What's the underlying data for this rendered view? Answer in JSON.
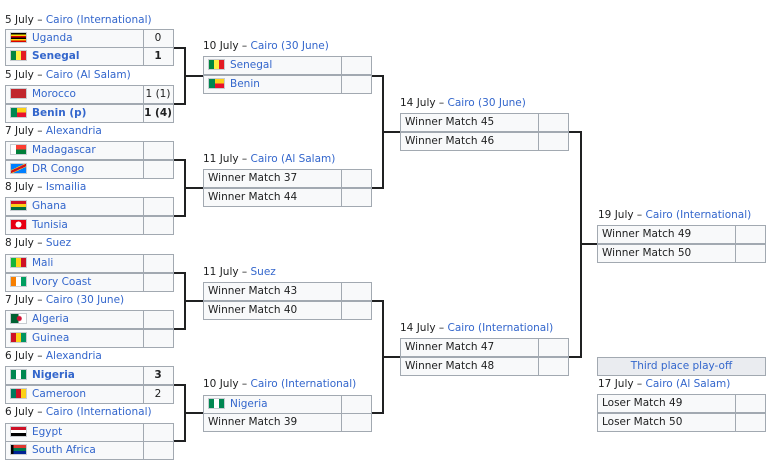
{
  "round1": {
    "m1": {
      "date": "5 July –",
      "venue": "Cairo (International)",
      "t1": {
        "name": "Uganda",
        "score": "0",
        "flag": "uganda-flag"
      },
      "t2": {
        "name": "Senegal",
        "score": "1",
        "flag": "senegal-flag"
      }
    },
    "m2": {
      "date": "5 July –",
      "venue": "Cairo (Al Salam)",
      "t1": {
        "name": "Morocco",
        "score": "1 (1)",
        "flag": "morocco-flag"
      },
      "t2": {
        "name": "Benin (p)",
        "score": "1 (4)",
        "flag": "benin-flag"
      }
    },
    "m3": {
      "date": "7 July –",
      "venue": "Alexandria",
      "t1": {
        "name": "Madagascar",
        "flag": "madagascar-flag"
      },
      "t2": {
        "name": "DR Congo",
        "flag": "drcongo-flag"
      }
    },
    "m4": {
      "date": "8 July –",
      "venue": "Ismailia",
      "t1": {
        "name": "Ghana",
        "flag": "ghana-flag"
      },
      "t2": {
        "name": "Tunisia",
        "flag": "tunisia-flag"
      }
    },
    "m5": {
      "date": "8 July –",
      "venue": "Suez",
      "t1": {
        "name": "Mali",
        "flag": "mali-flag"
      },
      "t2": {
        "name": "Ivory Coast",
        "flag": "ivorycoast-flag"
      }
    },
    "m6": {
      "date": "7 July –",
      "venue": "Cairo (30 June)",
      "t1": {
        "name": "Algeria",
        "flag": "algeria-flag"
      },
      "t2": {
        "name": "Guinea",
        "flag": "guinea-flag"
      }
    },
    "m7": {
      "date": "6 July –",
      "venue": "Alexandria",
      "t1": {
        "name": "Nigeria",
        "score": "3",
        "flag": "nigeria-flag"
      },
      "t2": {
        "name": "Cameroon",
        "score": "2",
        "flag": "cameroon-flag"
      }
    },
    "m8": {
      "date": "6 July –",
      "venue": "Cairo (International)",
      "t1": {
        "name": "Egypt",
        "flag": "egypt-flag"
      },
      "t2": {
        "name": "South Africa",
        "flag": "southafrica-flag"
      }
    }
  },
  "quarter": {
    "q1": {
      "date": "10 July –",
      "venue": "Cairo (30 June)",
      "t1": "Senegal",
      "t2": "Benin"
    },
    "q2": {
      "date": "11 July –",
      "venue": "Cairo (Al Salam)",
      "t1": "Winner Match 37",
      "t2": "Winner Match 44"
    },
    "q3": {
      "date": "11 July –",
      "venue": "Suez",
      "t1": "Winner Match 43",
      "t2": "Winner Match 40"
    },
    "q4": {
      "date": "10 July –",
      "venue": "Cairo (International)",
      "t1": "Nigeria",
      "t2": "Winner Match 39"
    }
  },
  "semi": {
    "s1": {
      "date": "14 July –",
      "venue": "Cairo (30 June)",
      "t1": "Winner Match 45",
      "t2": "Winner Match 46"
    },
    "s2": {
      "date": "14 July –",
      "venue": "Cairo (International)",
      "t1": "Winner Match 47",
      "t2": "Winner Match 48"
    }
  },
  "final": {
    "date": "19 July –",
    "venue": "Cairo (International)",
    "t1": "Winner Match 49",
    "t2": "Winner Match 50"
  },
  "third": {
    "title": "Third place play-off",
    "date": "17 July –",
    "venue": "Cairo (Al Salam)",
    "t1": "Loser Match 49",
    "t2": "Loser Match 50"
  },
  "colors": {
    "link": "#3366cc",
    "cell_bg": "#f8f9fa",
    "border": "#a2a9b1",
    "line": "#202122"
  }
}
